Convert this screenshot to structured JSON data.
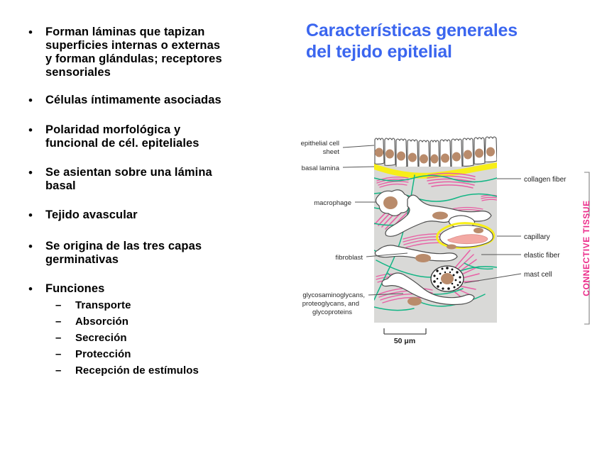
{
  "slide": {
    "title": "Características generales\ndel tejido epitelial",
    "title_color": "#3b66ef",
    "bullet_marker": "•",
    "sub_marker": "–",
    "bullets": [
      {
        "text": "Forman láminas que tapizan\nsuperficies internas o externas\ny forman glándulas; receptores\nsensoriales"
      },
      {
        "text": "Células íntimamente asociadas"
      },
      {
        "text": "Polaridad morfológica y\nfuncional de cél. epiteliales"
      },
      {
        "text": "Se asientan sobre una lámina\nbasal"
      },
      {
        "text": "Tejido avascular"
      },
      {
        "text": "Se origina de las tres capas\ngerminativas"
      },
      {
        "text": "Funciones",
        "sub_items": [
          "Transporte",
          "Absorción",
          "Secreción",
          "Protección",
          "Recepción de estímulos"
        ]
      }
    ]
  },
  "figure": {
    "labels_left": [
      {
        "id": "epithelial-cell-sheet",
        "line1": "epithelial cell",
        "line2": "sheet"
      },
      {
        "id": "basal-lamina",
        "line1": "basal lamina",
        "line2": ""
      },
      {
        "id": "macrophage",
        "line1": "macrophage",
        "line2": ""
      },
      {
        "id": "fibroblast",
        "line1": "fibroblast",
        "line2": ""
      }
    ],
    "label_ground_substance": {
      "line1": "glycosaminoglycans,",
      "line2": "proteoglycans, and",
      "line3": "glycoproteins"
    },
    "labels_right": [
      {
        "id": "collagen-fiber",
        "text": "collagen fiber"
      },
      {
        "id": "capillary",
        "text": "capillary"
      },
      {
        "id": "elastic-fiber",
        "text": "elastic fiber"
      },
      {
        "id": "mast-cell",
        "text": "mast cell"
      }
    ],
    "bracket_label": "CONNECTIVE TISSUE",
    "bracket_label_color": "#ec2b8a",
    "scale_bar_text": "50 μm",
    "colors": {
      "matrix_background": "#d9d9d7",
      "basal_lamina": "#f7ee18",
      "collagen": "#e85fa4",
      "elastic": "#11b584",
      "nucleus": "#b98b6b",
      "capillary_lumen": "#f3a9a4",
      "cell_outline": "#4d4d4d"
    }
  }
}
